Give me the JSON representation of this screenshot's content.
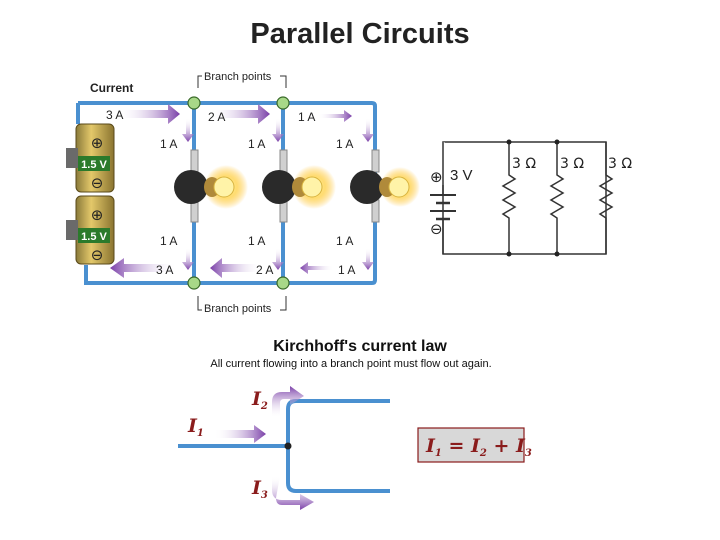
{
  "title": "Parallel Circuits",
  "diagram": {
    "current_label": "Current",
    "branch_points_label": "Branch points",
    "battery_label": "1.5 V",
    "battery_plus": "⊕",
    "battery_minus": "⊖",
    "top_currents": [
      "3 A",
      "2 A",
      "1 A"
    ],
    "bottom_currents": [
      "3 A",
      "2 A",
      "1 A"
    ],
    "branch_currents": "1 A"
  },
  "schematic": {
    "source": "3 V",
    "resistors": [
      "3 Ω",
      "3 Ω",
      "3 Ω"
    ]
  },
  "kirchhoff": {
    "title": "Kirchhoff's current law",
    "description": "All current flowing into a branch point must flow out again.",
    "i1": "I",
    "i1_sub": "1",
    "i2": "I",
    "i2_sub": "2",
    "i3": "I",
    "i3_sub": "3",
    "equation_parts": [
      "I",
      "1",
      " = ",
      "I",
      "2",
      " + ",
      "I",
      "3"
    ]
  },
  "colors": {
    "wire": "#4a90d0",
    "arrow": "#8a4fb0",
    "node": "#a8d888",
    "battery": "#c9a94a",
    "equation_text": "#8a1c1c",
    "equation_bg": "#d8d8d8"
  }
}
